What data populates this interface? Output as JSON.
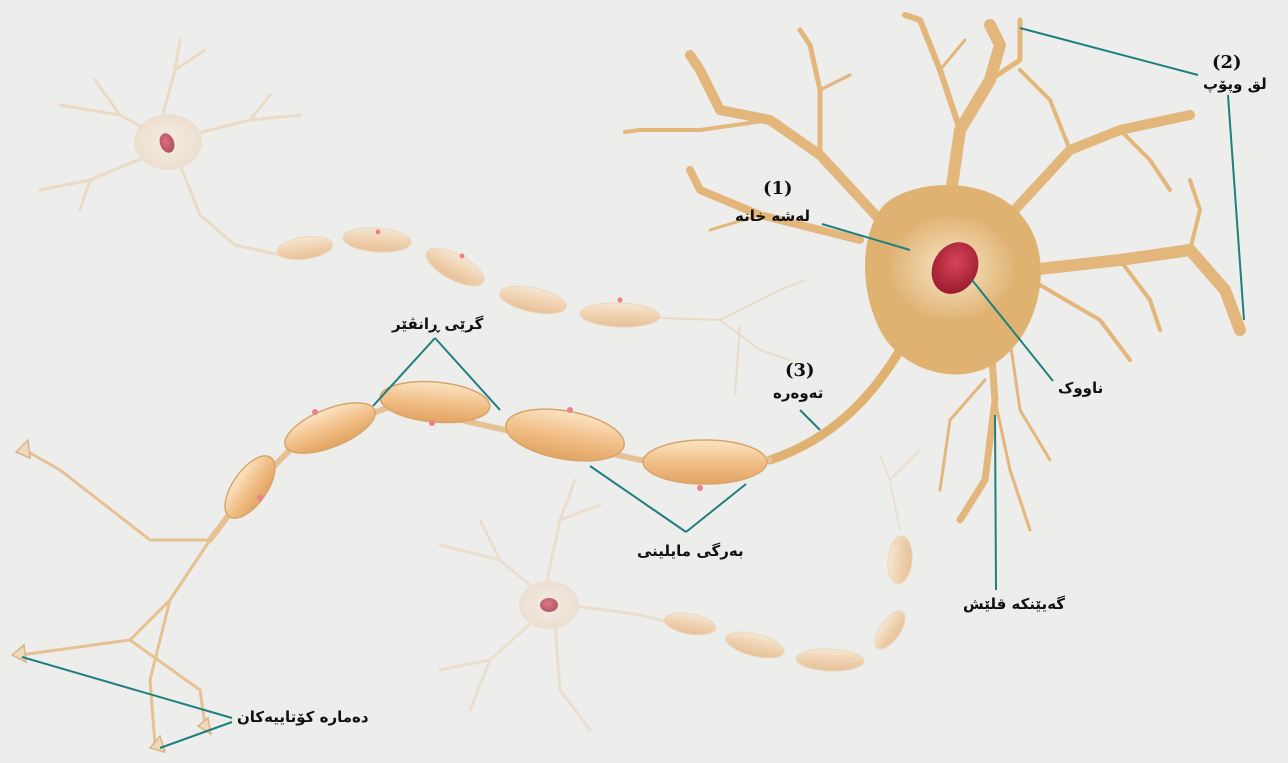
{
  "labels": {
    "cell_body_number": "(1)",
    "cell_body": "لەشە خانە",
    "dendrites_number": "(2)",
    "dendrites": "لق وپۆپ",
    "axon_number": "(3)",
    "axon": "تەوەرە",
    "nucleus": "ناووک",
    "nodes_of_ranvier": "گرێی ڕانڤێر",
    "myelin_sheath": "بەرگی مایلینی",
    "axon_hillock": "گەیێنکە قلێش",
    "axon_terminals": "دەمارە کۆتاییەکان"
  },
  "colors": {
    "background": "#ededeb",
    "neuron_fill": "#e6bf86",
    "neuron_glow": "#f5e3c5",
    "myelin_fill": "#f1c795",
    "nucleus": "#b8283a",
    "leader_line": "#1f7f80",
    "label_text": "#111111"
  }
}
